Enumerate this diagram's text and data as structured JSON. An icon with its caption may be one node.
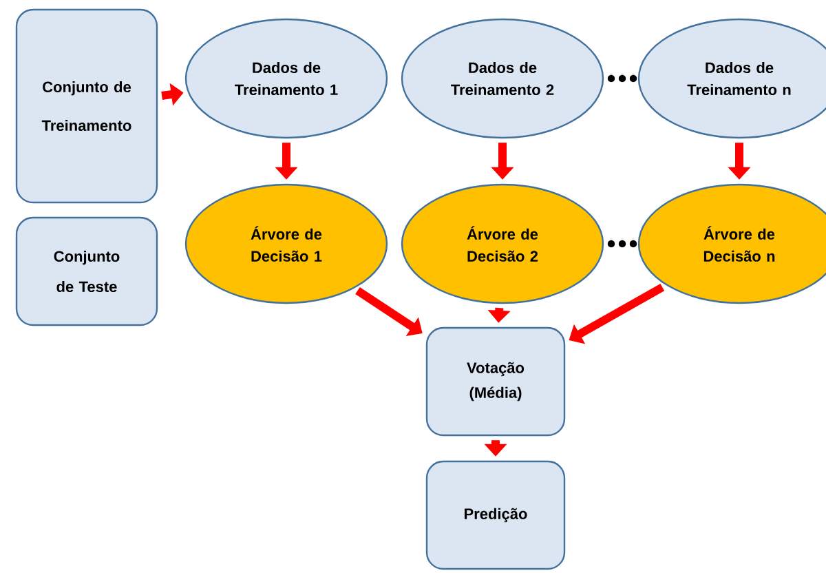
{
  "diagram": {
    "nodes": [
      {
        "text": [
          "Conjunto de Treinamento"
        ]
      },
      {
        "text": [
          "Conjunto de Teste"
        ]
      },
      {
        "text": [
          "Dados de Treinamento 1"
        ]
      },
      {
        "text": [
          "Dados de Treinamento 2"
        ]
      },
      {
        "text": [
          "Dados de Treinamento n"
        ]
      },
      {
        "text": [
          "Árvore de Decisão 1"
        ]
      },
      {
        "text": [
          "Árvore de Decisão 2"
        ]
      },
      {
        "text": [
          "Árvore de Decisão n"
        ]
      },
      {
        "text": [
          "Votação (Média)"
        ]
      },
      {
        "text": [
          "Predição"
        ]
      }
    ],
    "edges": [
      {
        "from": 0,
        "to": 2,
        "arrow": "to"
      },
      {
        "from": 2,
        "to": 5,
        "arrow": "to"
      },
      {
        "from": 3,
        "to": 6,
        "arrow": "to"
      },
      {
        "from": 4,
        "to": 7,
        "arrow": "to"
      },
      {
        "from": 5,
        "to": 8,
        "arrow": "to"
      },
      {
        "from": 6,
        "to": 8,
        "arrow": "to"
      },
      {
        "from": 7,
        "to": 8,
        "arrow": "to"
      },
      {
        "from": 8,
        "to": 9,
        "arrow": "to"
      }
    ]
  }
}
